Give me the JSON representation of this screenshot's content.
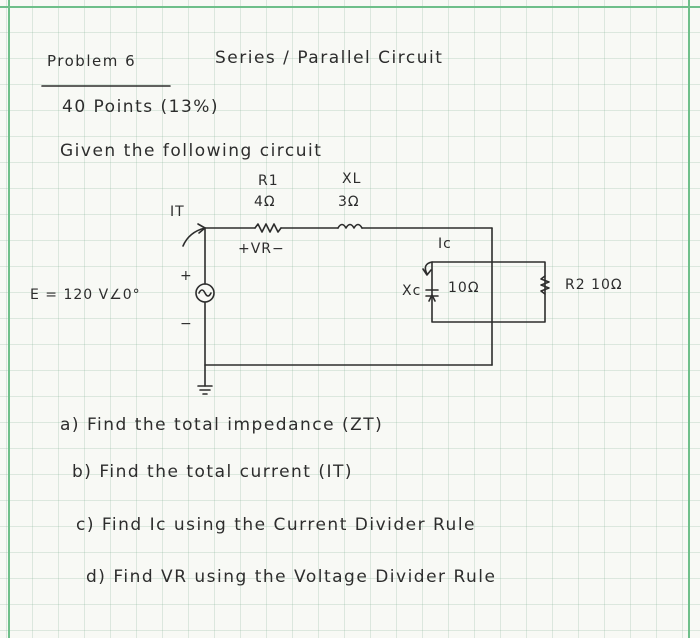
{
  "header": {
    "problem": "Problem 6",
    "subject": "Series / Parallel Circuit",
    "points": "40 Points (13%)",
    "intro": "Given the following circuit"
  },
  "circuit": {
    "r1_name": "R1",
    "r1_value": "4Ω",
    "xl_name": "XL",
    "xl_value": "3Ω",
    "it_label": "IT",
    "vr_label": "+VR−",
    "ic_label": "Ic",
    "xc_label": "Xc",
    "xc_value": "10Ω",
    "r2_label": "R2 10Ω",
    "source_label": "E = 120 V∠0°",
    "plus_sign": "+",
    "minus_sign": "−"
  },
  "questions": [
    "a) Find the total impedance (ZT)",
    "b) Find the total current (IT)",
    "c) Find Ic using the Current Divider Rule",
    "d) Find VR using the Voltage Divider Rule"
  ]
}
